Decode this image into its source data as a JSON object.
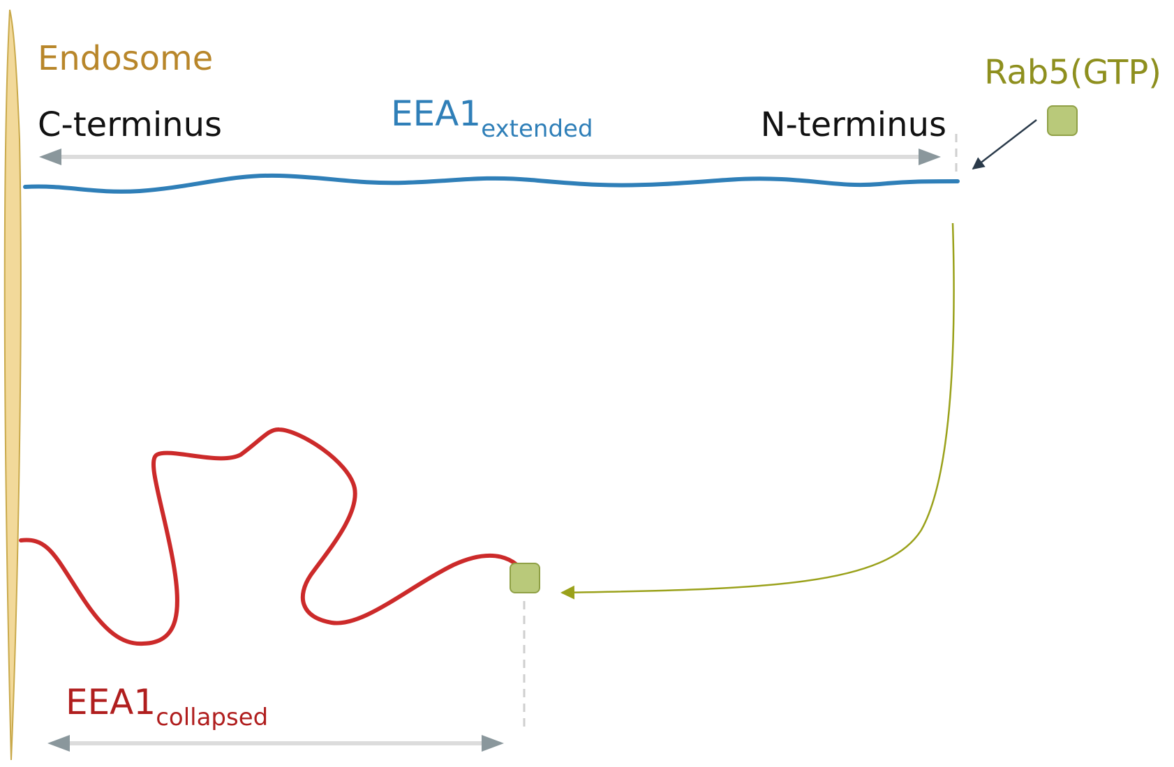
{
  "labels": {
    "endosome": "Endosome",
    "c_terminus": "C-terminus",
    "n_terminus": "N-terminus",
    "rab5": "Rab5(GTP)",
    "extended_main": "EEA1",
    "extended_sub": "extended",
    "collapsed_main": "EEA1",
    "collapsed_sub": "collapsed"
  },
  "colors": {
    "endosome_fill": "#f2d99a",
    "endosome_stroke": "#c9a94a",
    "endosome_text": "#b8862a",
    "extended": "#2f7fb8",
    "collapsed": "#cc2a2a",
    "collapsed_text": "#b01e1e",
    "rab5_fill": "#b9c97a",
    "rab5_stroke": "#8fa045",
    "rab5_text": "#8e8f1e",
    "transition_arrow": "#9aa11a",
    "dimension_arrow": "#dcdcdc",
    "arrowhead": "#8a979c",
    "binding_arrow": "#2a3a4a",
    "dashed_guide": "#cfcfcf"
  }
}
